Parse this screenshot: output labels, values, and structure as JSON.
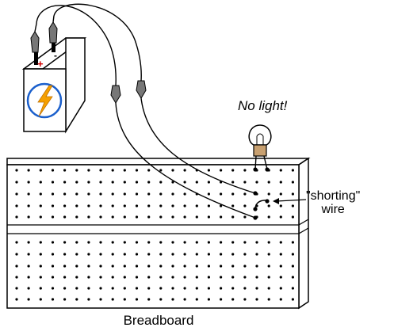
{
  "labels": {
    "no_light": "No light!",
    "shorting_line1": "\"shorting\"",
    "shorting_line2": "wire",
    "breadboard": "Breadboard"
  },
  "battery": {
    "plus_symbol": "+",
    "minus_symbol": "-",
    "icon": "lightning-bolt-icon"
  },
  "colors": {
    "outline": "#000000",
    "bolt": "#f5a000",
    "circle": "#1a5fcc",
    "plus": "#d00000",
    "lamp_base": "#c8a070"
  }
}
